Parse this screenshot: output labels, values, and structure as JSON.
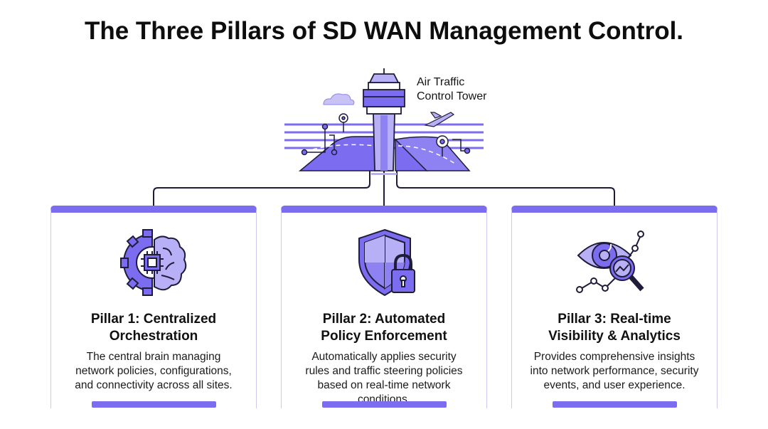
{
  "title": "The Three Pillars of SD WAN Management Control.",
  "tower": {
    "label": "Air Traffic\nControl Tower",
    "icon": "air-traffic-control-tower-icon"
  },
  "colors": {
    "accent": "#7b6cf0",
    "accent_light": "#b8b0f7",
    "outline": "#1f1c3a"
  },
  "pillars": [
    {
      "title": "Pillar 1: Centralized\nOrchestration",
      "description": "The central brain managing\nnetwork policies, configurations,\nand connectivity across all sites.",
      "icon": "gear-brain-chip-icon"
    },
    {
      "title": "Pillar 2: Automated\nPolicy Enforcement",
      "description": "Automatically applies security\nrules and traffic steering policies\nbased on real-time network\nconditions.",
      "icon": "shield-lock-icon"
    },
    {
      "title": "Pillar 3: Real-time\nVisibility & Analytics",
      "description": "Provides comprehensive insights\ninto network performance, security\nevents, and user experience.",
      "icon": "eye-magnifier-analytics-icon"
    }
  ]
}
